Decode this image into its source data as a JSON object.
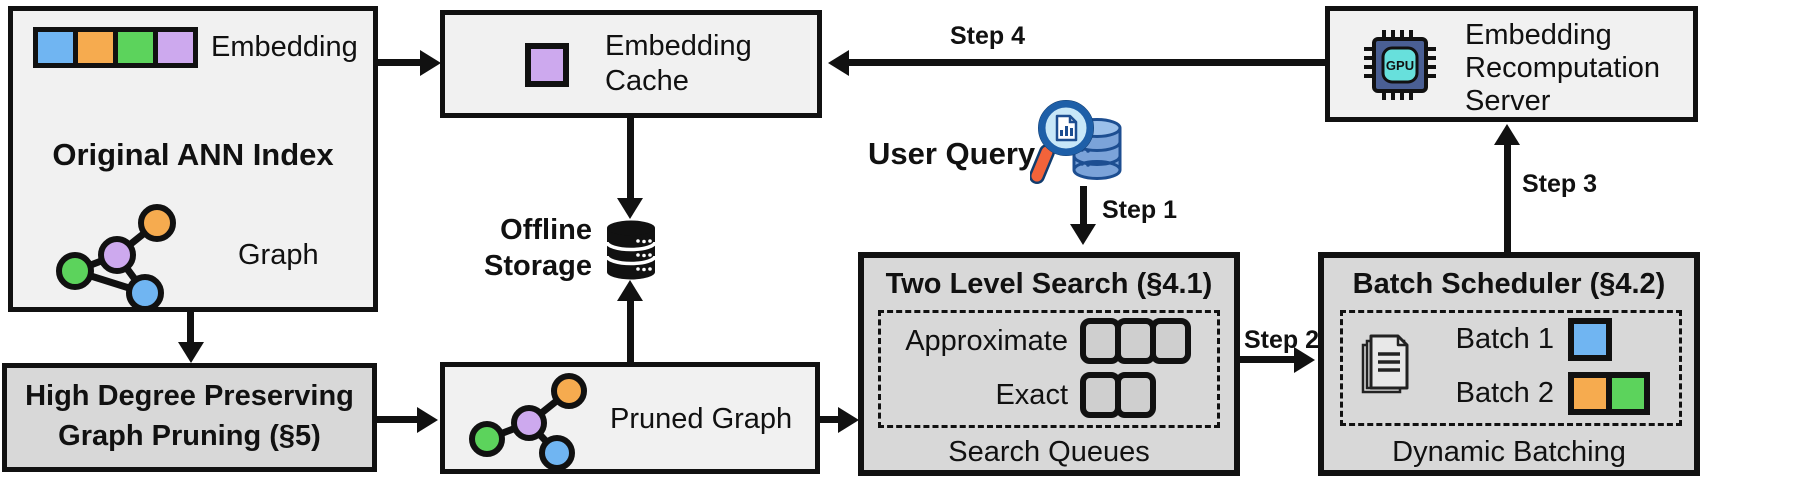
{
  "colors": {
    "blue": "#70b5f2",
    "orange": "#f6ab4f",
    "green": "#5cd35c",
    "purple": "#cda9ee",
    "box_light": "#f1f1f1",
    "box_gray": "#d8d8d8",
    "outline": "#111111",
    "chip_body": "#4a5f94",
    "chip_core": "#67e0dc",
    "lens_blue": "#c8e7f8",
    "ring_blue": "#1e5fa8",
    "handle_orange": "#f2633a",
    "db_blue": "#7ba3d9"
  },
  "original_index": {
    "embedding_label": "Embedding",
    "embedding_cells": [
      "blue",
      "orange",
      "green",
      "purple"
    ],
    "title": "Original ANN Index",
    "graph_label": "Graph"
  },
  "pruning_box": {
    "line1": "High Degree Preserving",
    "line2": "Graph Pruning (§5)"
  },
  "embedding_cache": {
    "line1": "Embedding",
    "line2": "Cache"
  },
  "offline_storage": {
    "line1": "Offline",
    "line2": "Storage"
  },
  "pruned_graph": {
    "label": "Pruned Graph"
  },
  "user_query": {
    "label": "User Query"
  },
  "steps": {
    "step1": "Step 1",
    "step2": "Step 2",
    "step3": "Step 3",
    "step4": "Step 4"
  },
  "two_level_search": {
    "title": "Two Level Search (§4.1)",
    "rows": [
      {
        "label": "Approximate",
        "slots": 3
      },
      {
        "label": "Exact",
        "slots": 2
      }
    ],
    "footer": "Search Queues"
  },
  "batch_scheduler": {
    "title": "Batch Scheduler (§4.2)",
    "batches": [
      {
        "label": "Batch 1",
        "cells": [
          "blue"
        ]
      },
      {
        "label": "Batch 2",
        "cells": [
          "orange",
          "green"
        ]
      }
    ],
    "footer": "Dynamic Batching"
  },
  "recomputation_server": {
    "line1": "Embedding",
    "line2": "Recomputation",
    "line3": "Server"
  },
  "gpu_chip_label": "GPU"
}
